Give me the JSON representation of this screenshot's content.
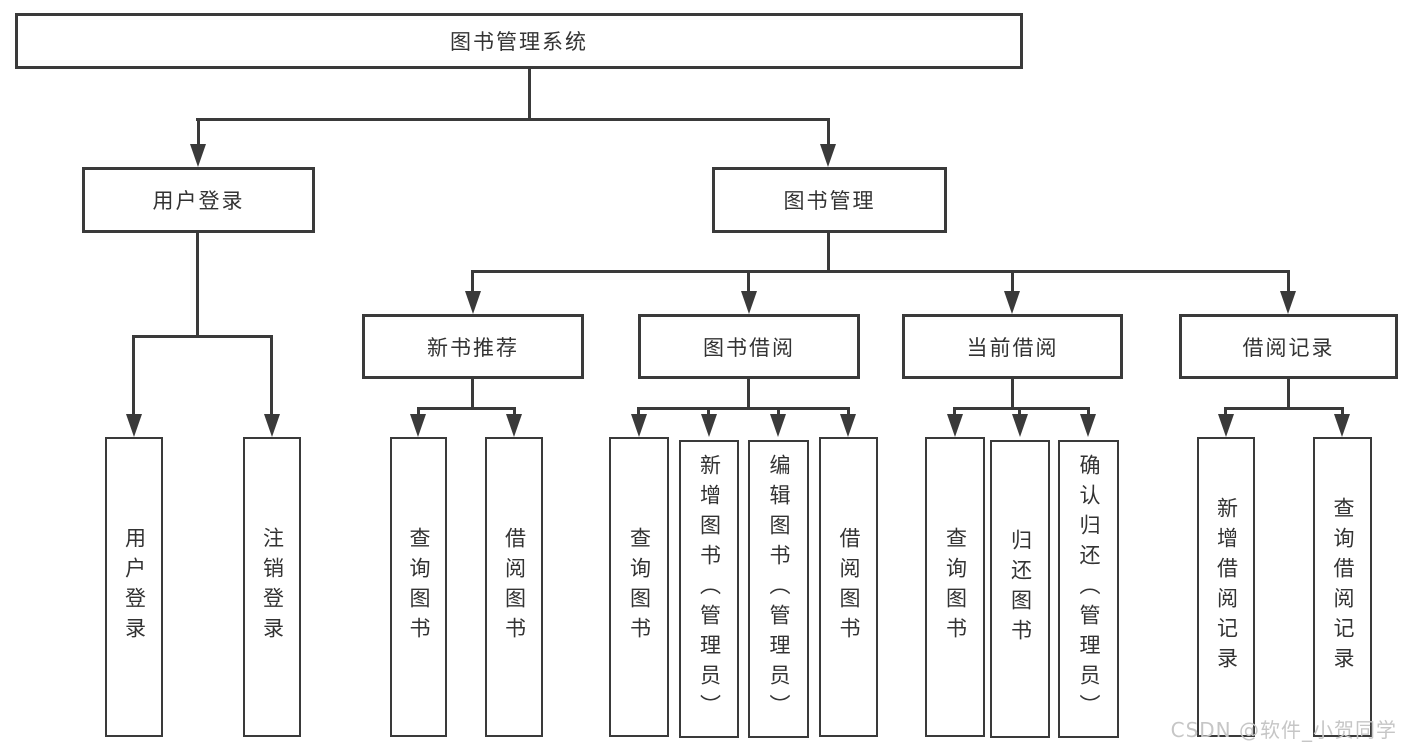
{
  "diagram": {
    "root": {
      "label": "图书管理系统"
    },
    "branches": [
      {
        "label": "用户登录",
        "children": [
          {
            "label": "用户登录"
          },
          {
            "label": "注销登录"
          }
        ]
      },
      {
        "label": "图书管理",
        "children": [
          {
            "label": "新书推荐",
            "children": [
              {
                "label": "查询图书"
              },
              {
                "label": "借阅图书"
              }
            ]
          },
          {
            "label": "图书借阅",
            "children": [
              {
                "label": "查询图书"
              },
              {
                "label": "新增图书（管理员）"
              },
              {
                "label": "编辑图书（管理员）"
              },
              {
                "label": "借阅图书"
              }
            ]
          },
          {
            "label": "当前借阅",
            "children": [
              {
                "label": "查询图书"
              },
              {
                "label": "归还图书"
              },
              {
                "label": "确认归还（管理员）"
              }
            ]
          },
          {
            "label": "借阅记录",
            "children": [
              {
                "label": "新增借阅记录"
              },
              {
                "label": "查询借阅记录"
              }
            ]
          }
        ]
      }
    ]
  },
  "watermark": {
    "text": "CSDN @软件_小贺同学"
  },
  "colors": {
    "line": "#3a3a3a",
    "text": "#333333",
    "box_fill": "#ffffff",
    "background": "#ffffff",
    "watermark": "#c6c6c6"
  }
}
